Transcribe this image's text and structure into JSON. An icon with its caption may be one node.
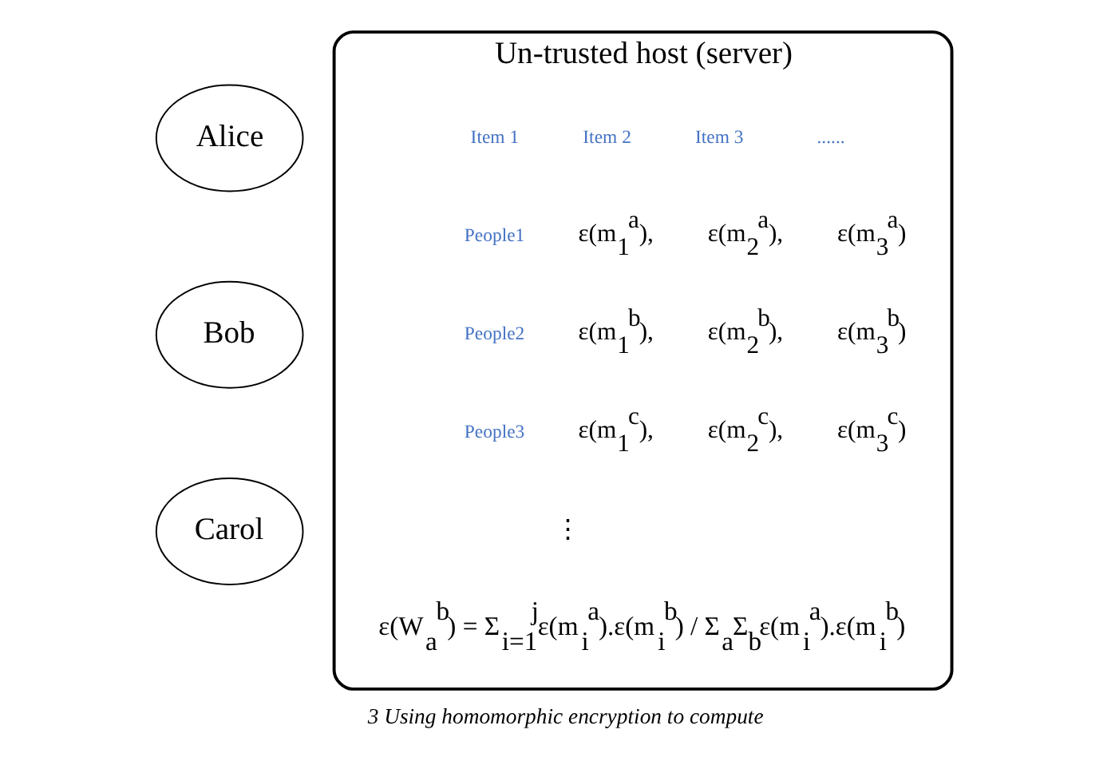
{
  "diagram": {
    "caption": "3 Using homomorphic encryption to compute",
    "nodes": [
      {
        "text": [
          "Alice"
        ]
      },
      {
        "text": [
          "Bob"
        ]
      },
      {
        "text": [
          "Carol"
        ]
      },
      {
        "text": [
          "Un-trusted host (server)"
        ]
      }
    ],
    "edges": [],
    "labels": [
      "Item 1",
      "Item 2",
      "Item 3",
      "......",
      "People1",
      "ε(m$_{1}$$^{a}$),",
      "ε(m$_{2}$$^{a}$),",
      "ε(m$_{3}$$^{a}$)",
      "People2",
      "ε(m$_{1}$$^{b}$),",
      "ε(m$_{2}$$^{b}$),",
      "ε(m$_{3}$$^{b}$)",
      "People3",
      "ε(m$_{1}$$^{c}$),",
      "ε(m$_{2}$$^{c}$),",
      "ε(m$_{3}$$^{c}$)",
      "⋮",
      "ε(W$_{a}$$^{b}$) = Σ$_{i=1}$$^{j}$ε(m$_{i}$$^{a}$).ε(m$_{i}$$^{b}$) / Σ$_{a}$Σ$_{b}$ε(m$_{i}$$^{a}$).ε(m$_{i}$$^{b}$)"
    ]
  }
}
